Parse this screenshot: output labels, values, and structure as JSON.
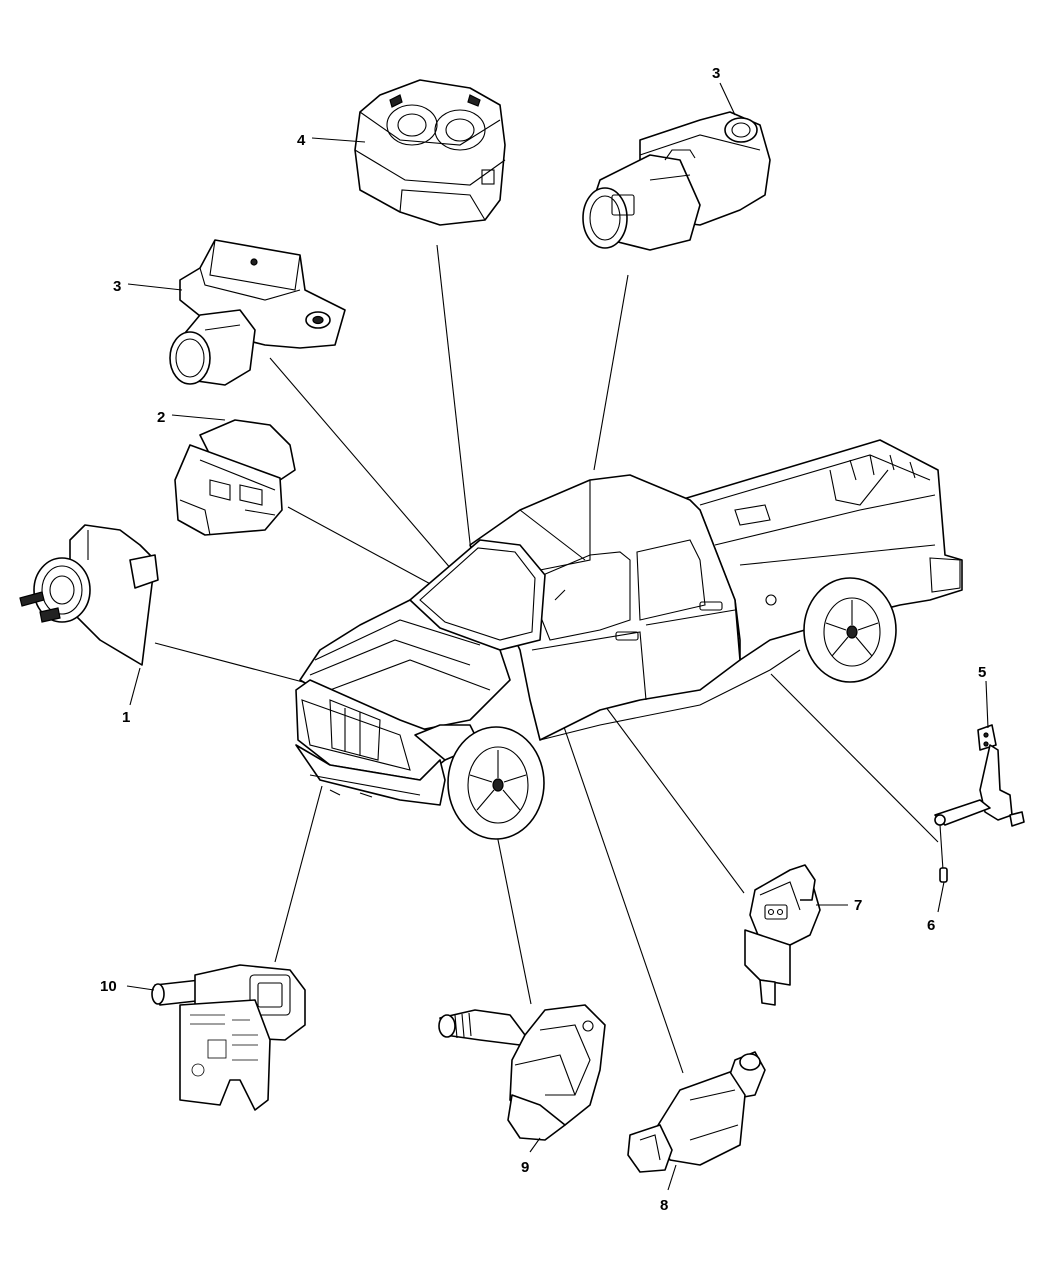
{
  "callouts": {
    "c1": "1",
    "c2": "2",
    "c3a": "3",
    "c3b": "3",
    "c4": "4",
    "c5": "5",
    "c6": "6",
    "c7": "7",
    "c8": "8",
    "c9": "9",
    "c10": "10"
  },
  "colors": {
    "line": "#000000",
    "background": "#ffffff"
  }
}
